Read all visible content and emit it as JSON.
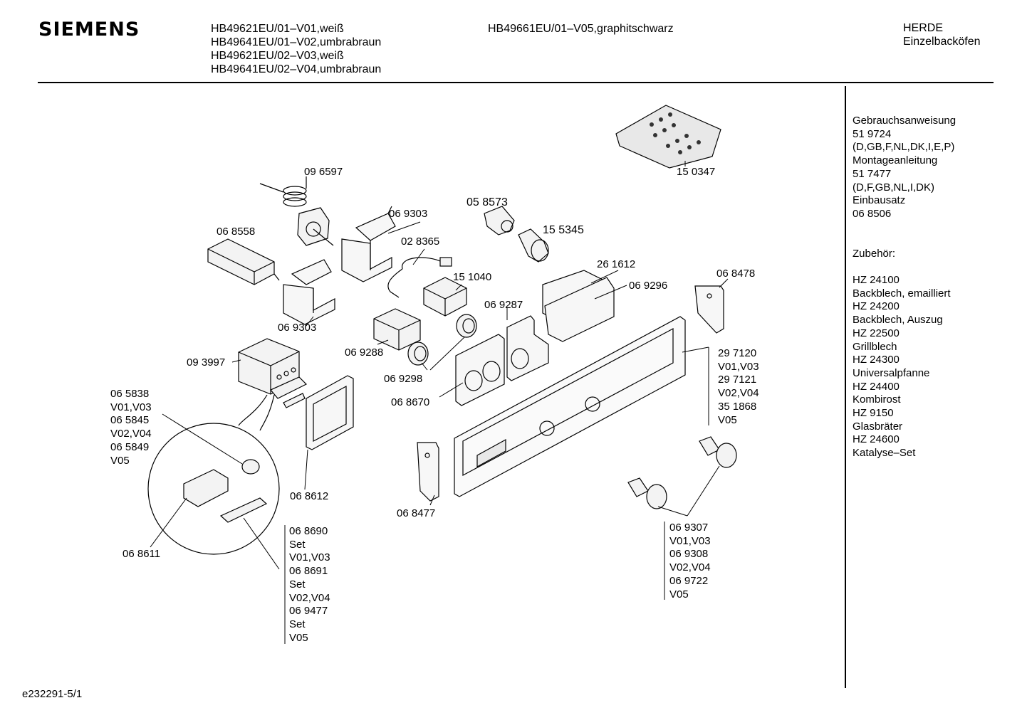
{
  "header": {
    "brand": "SIEMENS",
    "models_left": [
      "HB49621EU/01–V01,weiß",
      "HB49641EU/01–V02,umbrabraun",
      "HB49621EU/02–V03,weiß",
      "HB49641EU/02–V04,umbrabraun"
    ],
    "models_mid": "HB49661EU/01–V05,graphitschwarz",
    "category": [
      "HERDE",
      "Einzelbacköfen"
    ]
  },
  "footer": {
    "ref": "e232291-5/1"
  },
  "side_panel": {
    "lines": [
      "Gebrauchsanweisung",
      "51 9724",
      "(D,GB,F,NL,DK,I,E,P)",
      "Montageanleitung",
      "51 7477",
      "(D,F,GB,NL,I,DK)",
      "Einbausatz",
      "06 8506",
      "",
      "Zubehör:",
      "",
      "HZ 24100",
      "Backblech, emailliert",
      "HZ 24200",
      "Backblech, Auszug",
      "HZ 22500",
      "Grillblech",
      "HZ 24300",
      "Universalpfanne",
      "HZ 24400",
      "Kombirost",
      "HZ 9150",
      "Glasbräter",
      "HZ 24600",
      "Katalyse–Set"
    ]
  },
  "labels": {
    "p150347": "15 0347",
    "p096597": "09 6597",
    "p069303a": "06 9303",
    "p068558": "06 8558",
    "p058573": "05 8573",
    "p155345": "15 5345",
    "p028365": "02 8365",
    "p151040": "15 1040",
    "p261612": "26 1612",
    "p069296": "06 9296",
    "p068478": "06 8478",
    "p069303b": "06 9303",
    "p069287": "06 9287",
    "p069288": "06 9288",
    "p093997": "09 3997",
    "p069298": "06 9298",
    "p068670": "06 8670",
    "p068612": "06 8612",
    "p068477": "06 8477",
    "p068611": "06 8611",
    "group_panel": [
      "29 7120",
      "V01,V03",
      "29 7121",
      "V02,V04",
      "35 1868",
      "V05"
    ],
    "group_buttons": [
      "06 5838",
      "V01,V03",
      "06 5845",
      "V02,V04",
      "06 5849",
      "V05"
    ],
    "group_set": [
      "06 8690",
      "Set",
      "V01,V03",
      "06 8691",
      "Set",
      "V02,V04",
      "06 9477",
      "Set",
      "V05"
    ],
    "group_knobs": [
      "06 9307",
      "V01,V03",
      "06 9308",
      "V02,V04",
      "06 9722",
      "V05"
    ]
  }
}
